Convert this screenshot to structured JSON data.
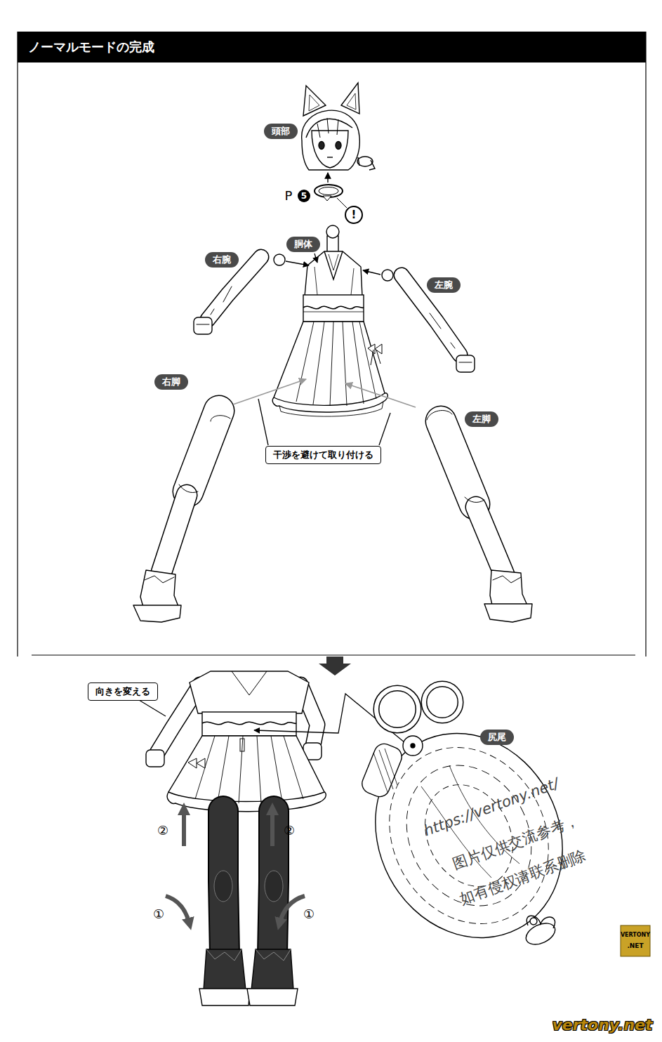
{
  "diagram": {
    "title": "ノーマルモードの完成",
    "nodes": [
      {
        "text": [
          "頭部"
        ]
      },
      {
        "text": [
          "胴体"
        ]
      },
      {
        "text": [
          "右腕"
        ]
      },
      {
        "text": [
          "左腕"
        ]
      },
      {
        "text": [
          "右脚"
        ]
      },
      {
        "text": [
          "左脚"
        ]
      },
      {
        "text": [
          "干渉を避けて取り付ける"
        ]
      },
      {
        "text": [
          "向きを変える"
        ]
      },
      {
        "text": [
          "尻尾"
        ]
      }
    ],
    "labels": [
      "P",
      "5",
      "!",
      "②",
      "②",
      "①",
      "①",
      "https://vertony.net/",
      "图片仅供交流参考，",
      "如有侵权请联系删除",
      "VERTONY",
      ".NET",
      "vertony.net"
    ]
  }
}
